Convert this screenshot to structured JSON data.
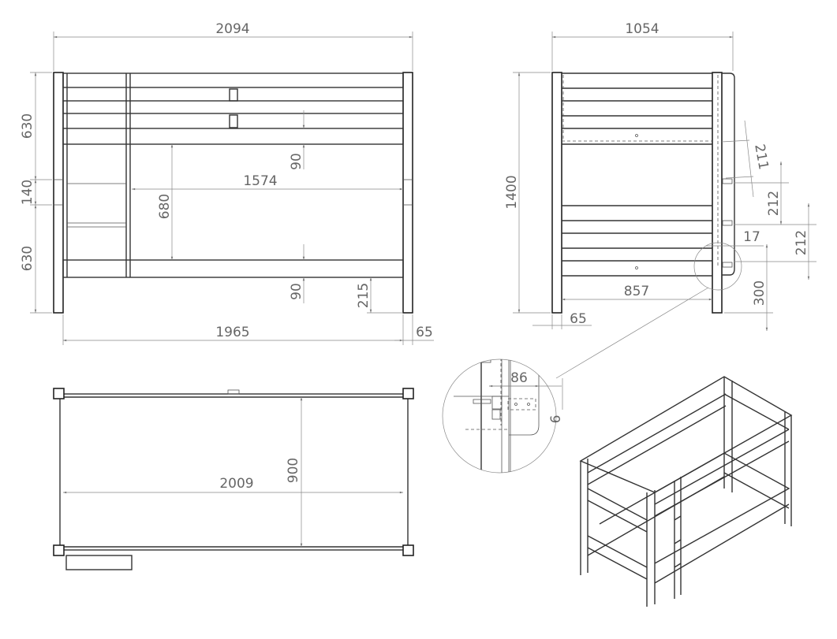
{
  "front_view": {
    "overall_width": "2094",
    "upper_height": "630",
    "middle_height": "140",
    "lower_height": "630",
    "inner_width": "1574",
    "inner_height": "680",
    "rail_top": "90",
    "rail_bottom": "90",
    "floor_clearance": "215",
    "length": "1965",
    "post_width": "65"
  },
  "side_view": {
    "overall_width": "1054",
    "overall_height": "1400",
    "inner_width": "857",
    "post_width": "65",
    "guard_offset": "211",
    "spacing_1": "212",
    "spacing_2": "212",
    "guard_gap": "17",
    "guard_height": "300"
  },
  "top_view": {
    "length": "2009",
    "width": "900"
  },
  "detail_view": {
    "bracket_width": "86",
    "bracket_offset": "6"
  }
}
